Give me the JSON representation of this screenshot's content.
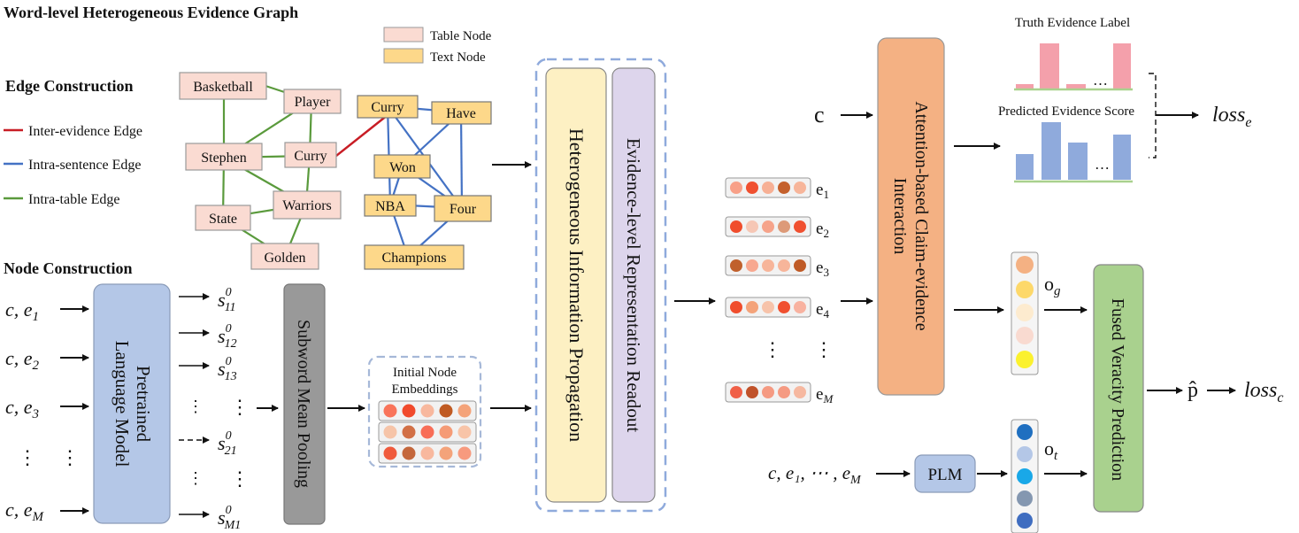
{
  "headings": {
    "graph_title": "Word-level Heterogeneous Evidence Graph",
    "edge_construction": "Edge Construction",
    "node_construction": "Node Construction"
  },
  "legend": {
    "table_node": "Table Node",
    "text_node": "Text Node",
    "inter_evidence": "Inter-evidence Edge",
    "intra_sentence": "Intra-sentence  Edge",
    "intra_table": "Intra-table Edge"
  },
  "table_nodes": [
    "Basketball",
    "Player",
    "Stephen",
    "Curry",
    "State",
    "Warriors",
    "Golden"
  ],
  "text_nodes": [
    "Curry",
    "Have",
    "Won",
    "NBA",
    "Four",
    "Champions"
  ],
  "inputs": [
    {
      "main": "c, e",
      "sub": "1"
    },
    {
      "main": "c, e",
      "sub": "2"
    },
    {
      "main": "c, e",
      "sub": "3"
    },
    {
      "main": "c, e",
      "sub": "M"
    }
  ],
  "plm_block": {
    "line1": "Pretrained",
    "line2": "Language  Model"
  },
  "s_terms": [
    {
      "sub": "11",
      "sup": "0"
    },
    {
      "sub": "12",
      "sup": "0"
    },
    {
      "sub": "13",
      "sup": "0"
    },
    {
      "sub": "21",
      "sup": "0"
    },
    {
      "sub": "M1",
      "sup": "0"
    }
  ],
  "ellipsis": "⋮",
  "subword_pooling": "Subword Mean Pooling",
  "init_embed": {
    "line1": "Initial Node",
    "line2": "Embeddings"
  },
  "hip": "Heterogeneous Information Propagation",
  "erro": "Evidence-level Representation Readout",
  "evidences": [
    {
      "main": "e",
      "sub": "1"
    },
    {
      "main": "e",
      "sub": "2"
    },
    {
      "main": "e",
      "sub": "3"
    },
    {
      "main": "e",
      "sub": "4"
    },
    {
      "main": "e",
      "sub": "M"
    }
  ],
  "claim": "c",
  "acei": {
    "line1": "Attention-based Claim-evidence",
    "line2": "Interaction"
  },
  "truth_label": "Truth Evidence Label",
  "pred_score": "Predicted Evidence Score",
  "dots": "…",
  "loss_e": {
    "main": "loss",
    "sub": "e"
  },
  "o_g": {
    "main": "o",
    "sub": "g"
  },
  "o_t": {
    "main": "o",
    "sub": "t"
  },
  "plm_input": "c, e₁, ⋯ , e",
  "plm_input_sub": "M",
  "plm": "PLM",
  "fvp": "Fused Veracity Prediction",
  "p_hat": "p̂",
  "loss_c": {
    "main": "loss",
    "sub": "c"
  },
  "colors": {
    "table_fill": "#fadbd2",
    "text_fill": "#fdd88a",
    "inter_edge": "#c81d25",
    "intra_sentence_edge": "#4472c4",
    "intra_table_edge": "#5a9a3c",
    "plm_block": "#b4c7e7",
    "pooling": "#999999",
    "hip": "#fdf0c3",
    "erro": "#ddd5ec",
    "acei": "#f4b183",
    "fvp": "#a9d18e",
    "truth_bar": "#f4a0ab",
    "pred_bar": "#8faadc"
  }
}
